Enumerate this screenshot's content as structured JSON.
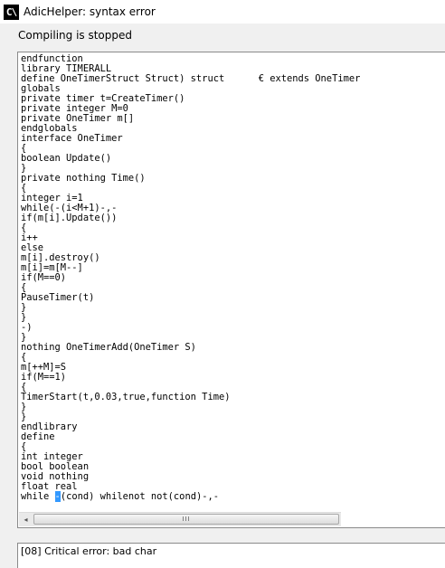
{
  "window": {
    "title": "AdicHelper: syntax error",
    "icon_text": "C\\"
  },
  "status": "Compiling is stopped",
  "code": {
    "lines": [
      "endfunction",
      "library TIMERALL",
      "define OneTimerStruct Struct) struct      € extends OneTimer",
      "globals",
      "private timer t=CreateTimer()",
      "private integer M=0",
      "private OneTimer m[]",
      "endglobals",
      "interface OneTimer",
      "{",
      "boolean Update()",
      "}",
      "private nothing Time()",
      "{",
      "integer i=1",
      "while(-(i<M+1)-,-",
      "if(m[i].Update())",
      "{",
      "i++",
      "else",
      "m[i].destroy()",
      "m[i]=m[M--]",
      "if(M==0)",
      "{",
      "PauseTimer(t)",
      "}",
      "}",
      "-)",
      "}",
      "nothing OneTimerAdd(OneTimer S)",
      "{",
      "m[++M]=S",
      "if(M==1)",
      "{",
      "TimerStart(t,0.03,true,function Time)",
      "}",
      "}",
      "endlibrary",
      "define",
      "{",
      "int integer",
      "bool boolean",
      "void nothing",
      "float real"
    ],
    "last_line_before": "while ",
    "last_line_cursor": "-",
    "last_line_after": "(cond) whilenot not(cond)-,-"
  },
  "scrollbar": {
    "left_arrow": "◂",
    "thumb_grip": "III"
  },
  "error_message": "[08] Critical error: bad char"
}
